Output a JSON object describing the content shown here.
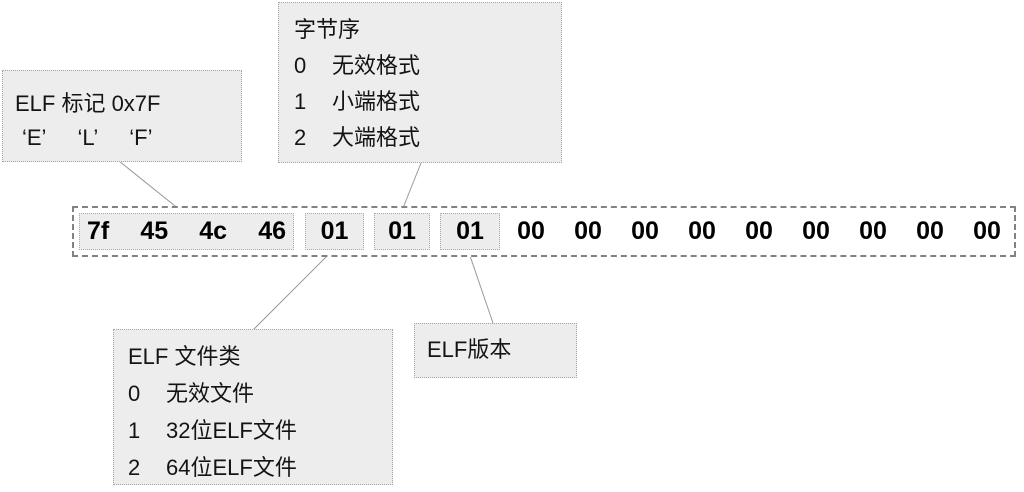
{
  "notes": {
    "magic": {
      "title": "ELF 标记 0x7F",
      "chars": [
        "‘E’",
        "‘L’",
        "‘F’"
      ]
    },
    "byte_order": {
      "title": "字节序",
      "rows": [
        {
          "num": "0",
          "label": "无效格式"
        },
        {
          "num": "1",
          "label": "小端格式"
        },
        {
          "num": "2",
          "label": "大端格式"
        }
      ]
    },
    "file_class": {
      "title": "ELF 文件类",
      "rows": [
        {
          "num": "0",
          "label": "无效文件"
        },
        {
          "num": "1",
          "label": "32位ELF文件"
        },
        {
          "num": "2",
          "label": "64位ELF文件"
        }
      ]
    },
    "version": {
      "title": "ELF版本"
    }
  },
  "hex_row": {
    "magic_bytes": [
      "7f",
      "45",
      "4c",
      "46"
    ],
    "class_byte": "01",
    "byte_order_byte": "01",
    "version_byte": "01",
    "zero_bytes": [
      "00",
      "00",
      "00",
      "00",
      "00",
      "00",
      "00",
      "00",
      "00"
    ]
  },
  "colors": {
    "note_fill": "#ededed",
    "note_border": "#a5a5a5",
    "row_border": "#828282",
    "connector": "#999999",
    "text": "#141414"
  }
}
